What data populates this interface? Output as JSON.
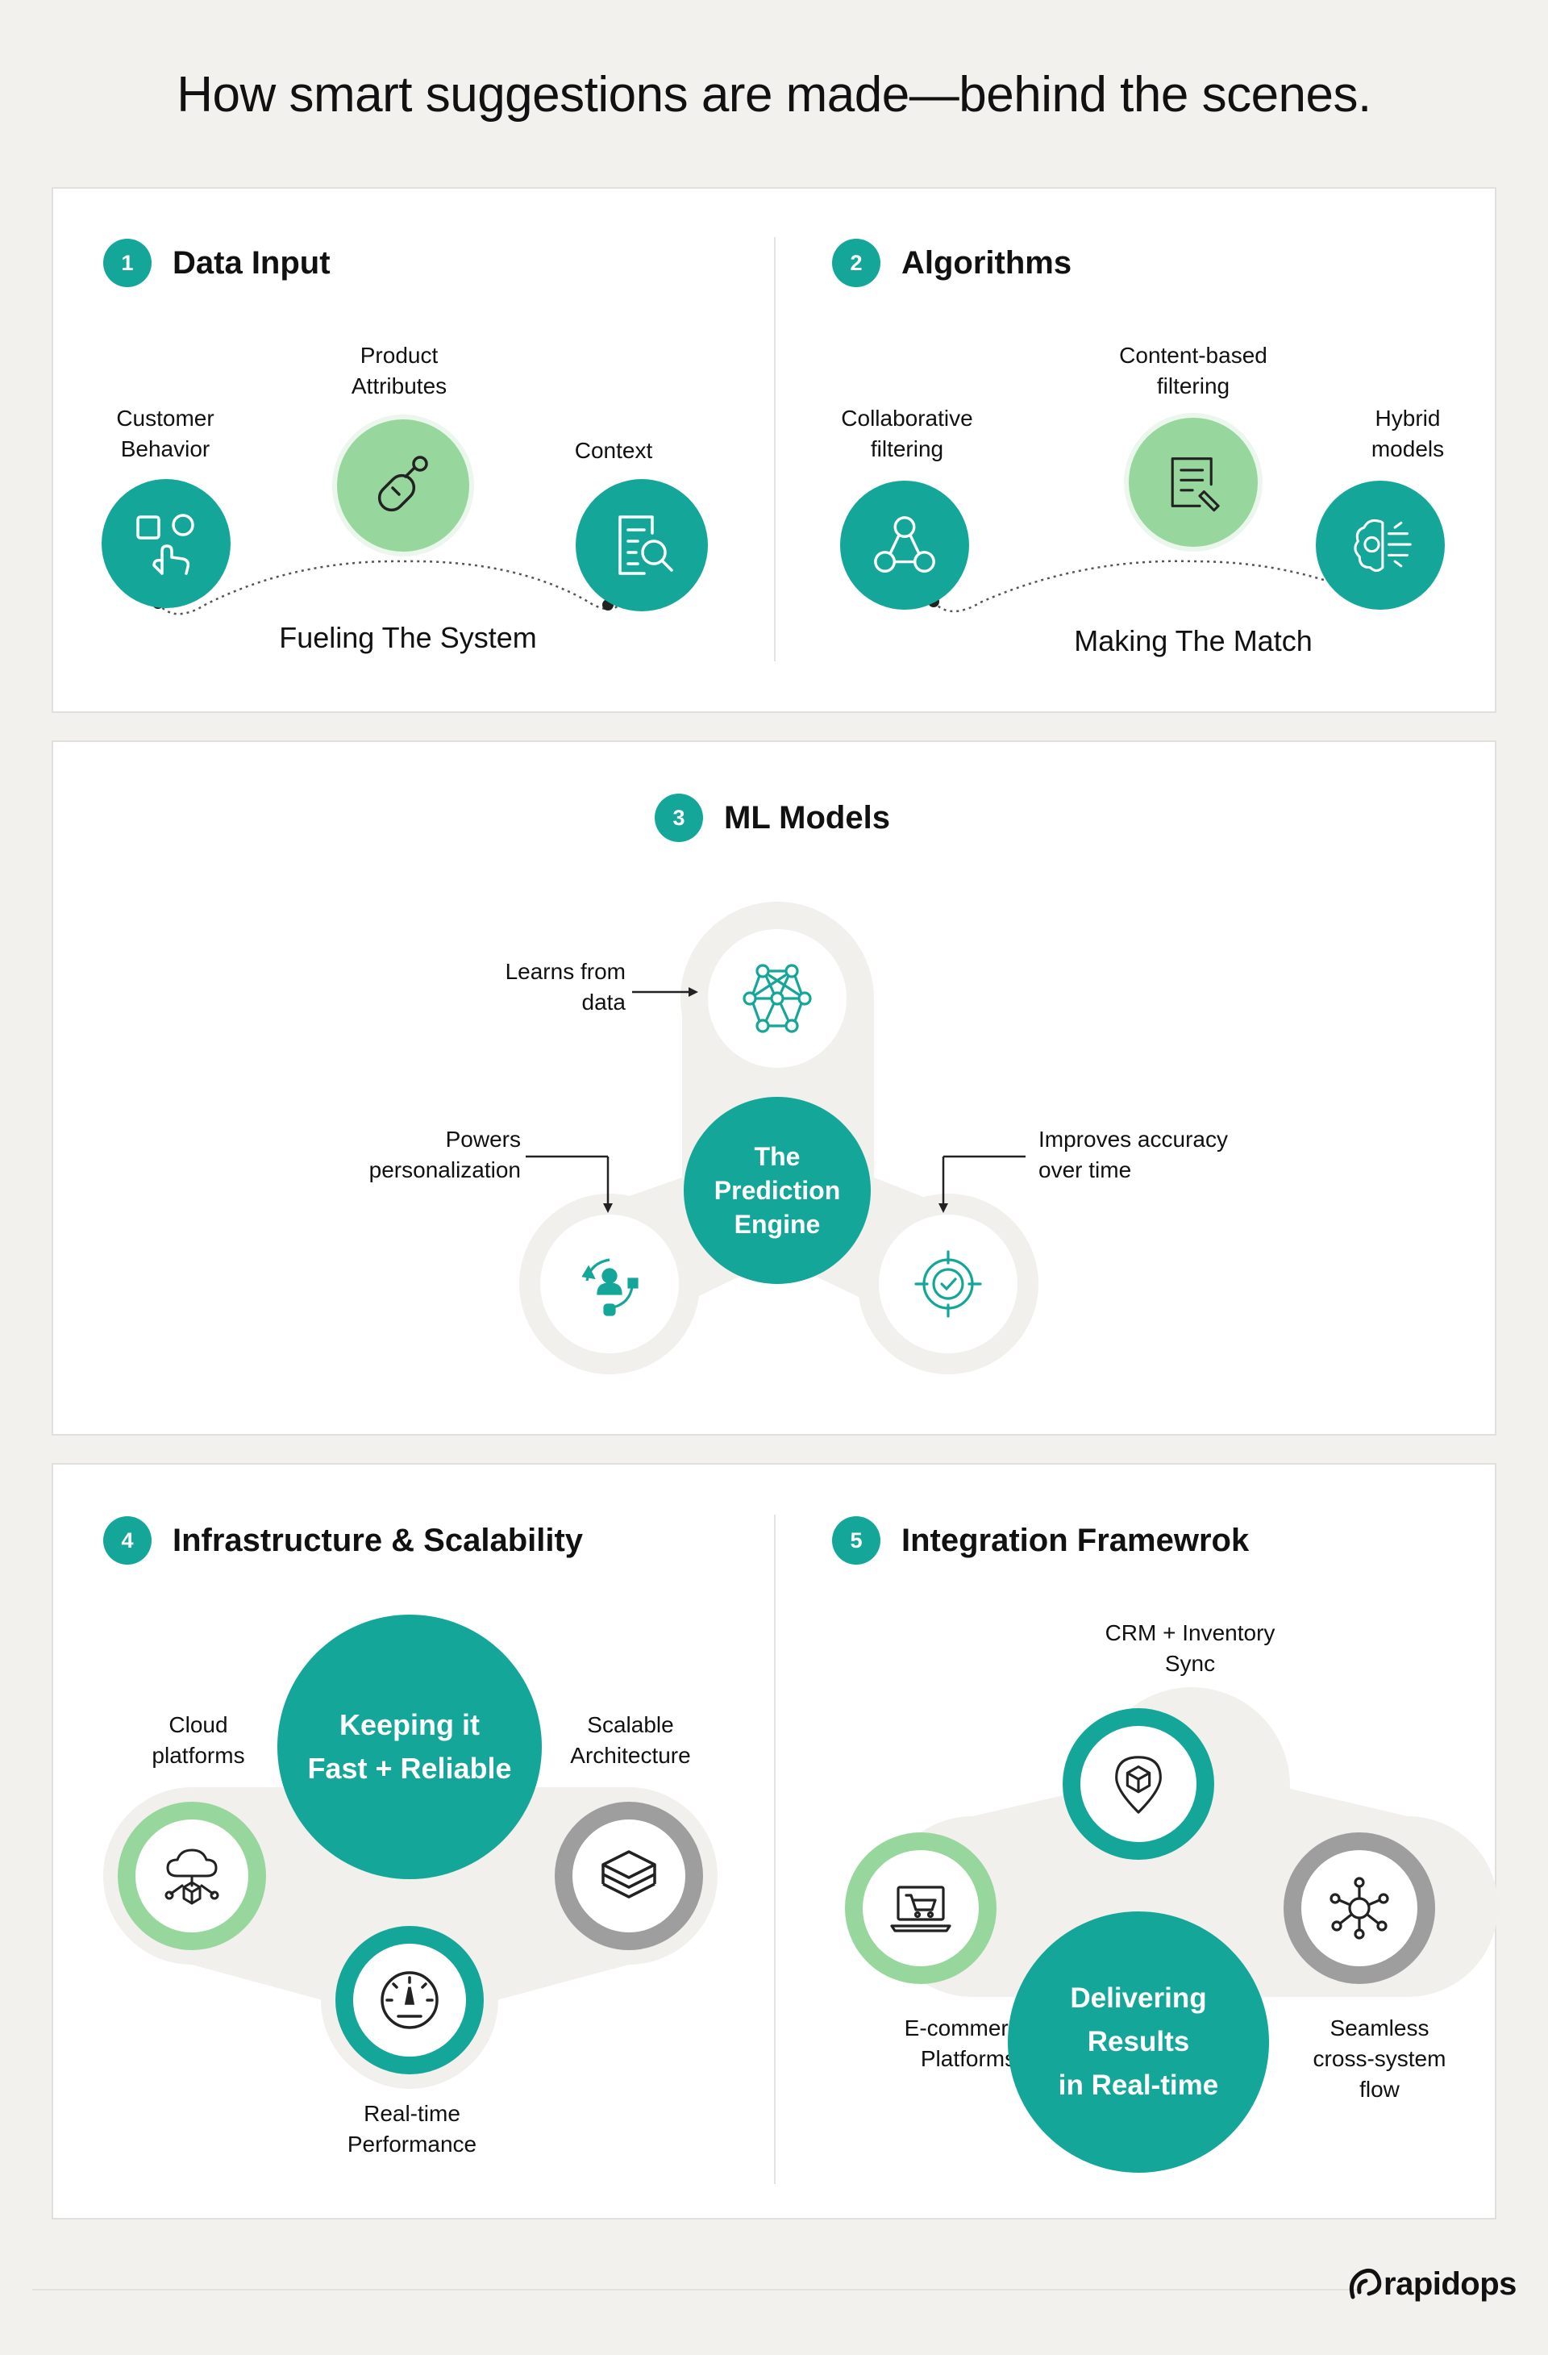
{
  "title": "How smart suggestions are made—behind the scenes.",
  "sections": {
    "data_input": {
      "num": "1",
      "title": "Data Input",
      "items": [
        "Customer\nBehavior",
        "Product\nAttributes",
        "Context"
      ],
      "caption": "Fueling The System"
    },
    "algorithms": {
      "num": "2",
      "title": "Algorithms",
      "items": [
        "Collaborative\nfiltering",
        "Content-based\nfiltering",
        "Hybrid\nmodels"
      ],
      "caption": "Making The Match"
    },
    "ml_models": {
      "num": "3",
      "title": "ML Models",
      "center": "The\nPrediction\nEngine",
      "learns": "Learns from\ndata",
      "powers": "Powers\npersonalization",
      "improves": "Improves accuracy\nover time"
    },
    "infrastructure": {
      "num": "4",
      "title": "Infrastructure & Scalability",
      "center": "Keeping it\nFast + Reliable",
      "cloud": "Cloud\nplatforms",
      "scalable": "Scalable\nArchitecture",
      "realtime": "Real-time\nPerformance"
    },
    "integration": {
      "num": "5",
      "title": "Integration Framewrok",
      "center": "Delivering\nResults\nin Real-time",
      "crm": "CRM + Inventory\nSync",
      "ecommerce": "E-commerce\nPlatforms",
      "seamless": "Seamless\ncross-system\nflow"
    }
  },
  "brand": "rapidops",
  "colors": {
    "teal": "#14a699",
    "light_green": "#97d69c",
    "gray_ring": "#9e9e9e",
    "blob": "#f1f0ec",
    "background": "#f2f1ee"
  },
  "icons": {
    "customer_behavior": "shapes-hand-icon",
    "product_attributes": "mouse-tag-icon",
    "context": "document-search-icon",
    "collaborative": "people-network-icon",
    "content_based": "document-edit-icon",
    "hybrid": "brain-gear-icon",
    "learns": "neural-network-icon",
    "powers": "person-cycle-icon",
    "improves": "target-check-icon",
    "cloud": "cloud-network-icon",
    "scalable": "layers-icon",
    "realtime": "speedometer-icon",
    "crm": "location-box-icon",
    "ecommerce": "laptop-cart-icon",
    "seamless": "hub-network-icon"
  }
}
